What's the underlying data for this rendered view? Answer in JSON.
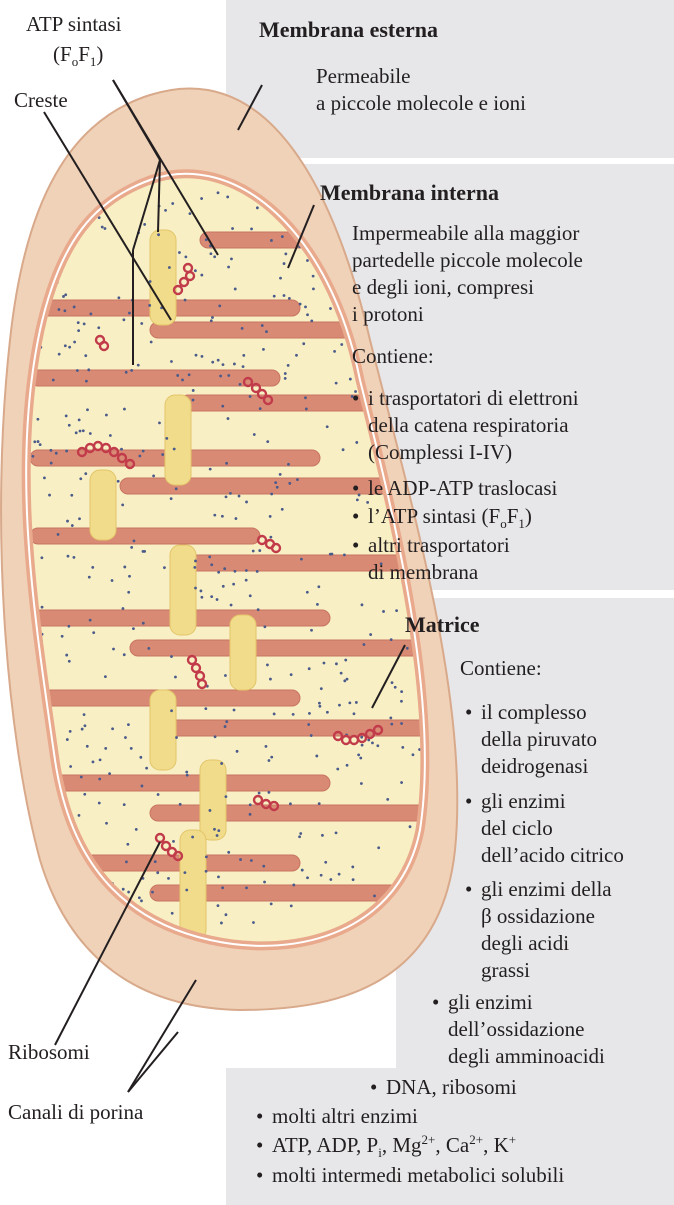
{
  "labels": {
    "atp_synthase_line1": "ATP sintasi",
    "atp_synthase_line2": "(F",
    "atp_synthase_sub_o": "o",
    "atp_synthase_F": "F",
    "atp_synthase_sub_1": "1",
    "atp_synthase_close": ")",
    "creste": "Creste",
    "ribosomi": "Ribosomi",
    "canali_porina": "Canali di porina"
  },
  "outer_membrane": {
    "title": "Membrana esterna",
    "lines": [
      "Permeabile",
      "a piccole molecole e ioni"
    ]
  },
  "inner_membrane": {
    "title": "Membrana interna",
    "lines": [
      "Impermeabile alla maggior",
      "partedelle piccole molecole",
      "e degli ioni, compresi",
      "i protoni"
    ],
    "contains": "Contiene:",
    "bullets": [
      [
        "i trasportatori di elettroni",
        "della catena respiratoria",
        "(Complessi I-IV)"
      ],
      [
        "le ADP-ATP traslocasi"
      ],
      [
        "l’ATP sintasi (F",
        "o",
        "F",
        "1",
        ")"
      ],
      [
        "altri trasportatori",
        "di membrana"
      ]
    ]
  },
  "matrix": {
    "title": "Matrice",
    "contains": "Contiene:",
    "bullets": [
      [
        "il complesso",
        "della piruvato",
        "deidrogenasi"
      ],
      [
        "gli enzimi",
        "del ciclo",
        "dell’acido citrico"
      ],
      [
        "gli enzimi della",
        "β ossidazione",
        "degli acidi",
        "grassi"
      ],
      [
        "gli enzimi",
        "dell’ossidazione",
        "degli amminoacidi"
      ],
      [
        "DNA, ribosomi"
      ],
      [
        "molti altri enzimi"
      ],
      [
        "ATP, ADP, P",
        "i",
        ", Mg",
        "2+",
        ", Ca",
        "2+",
        ", K",
        "+"
      ],
      [
        "molti intermedi metabolici solubili"
      ]
    ]
  },
  "bullet_char": "•",
  "colors": {
    "panel": "#e7e7e9",
    "outer_membrane": "#f0d2b8",
    "inner_membrane": "#e9a98c",
    "matrix": "#f8f0c4",
    "crista": "#d98a74",
    "ribosome": "#c23b4a",
    "leader_line": "#231f20"
  }
}
